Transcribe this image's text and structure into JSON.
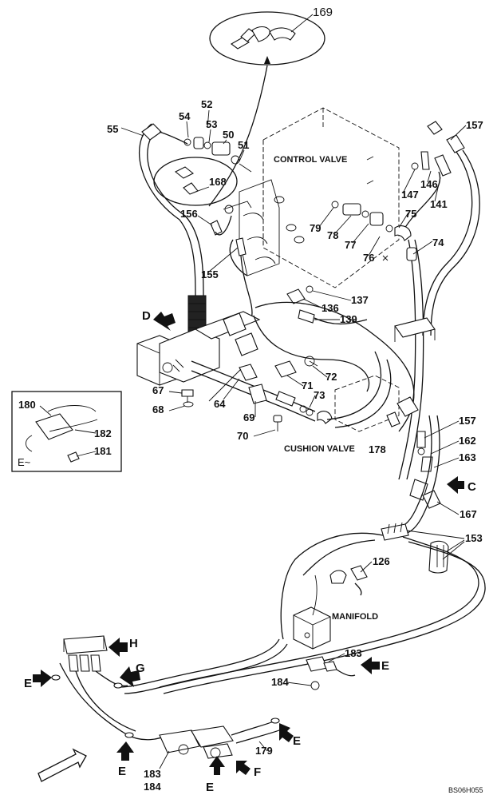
{
  "parts": [
    "169",
    "52",
    "54",
    "53",
    "50",
    "51",
    "55",
    "168",
    "156",
    "155",
    "157",
    "147",
    "146",
    "141",
    "79",
    "78",
    "77",
    "76",
    "75",
    "74",
    "137",
    "136",
    "139",
    "72",
    "71",
    "73",
    "67",
    "68",
    "64",
    "69",
    "70",
    "157",
    "162",
    "163",
    "167",
    "153",
    "126",
    "183",
    "184",
    "183",
    "184",
    "179",
    "180",
    "182",
    "181"
  ],
  "labels": {
    "control_valve": "CONTROL VALVE",
    "cushion_valve": "CUSHION VALVE",
    "manifold": "MANIFOLD",
    "detail": "E~",
    "code": "BS06H055"
  },
  "arrows": [
    "D",
    "C",
    "H",
    "G",
    "E",
    "E",
    "E",
    "E",
    "E",
    "E",
    "F"
  ]
}
